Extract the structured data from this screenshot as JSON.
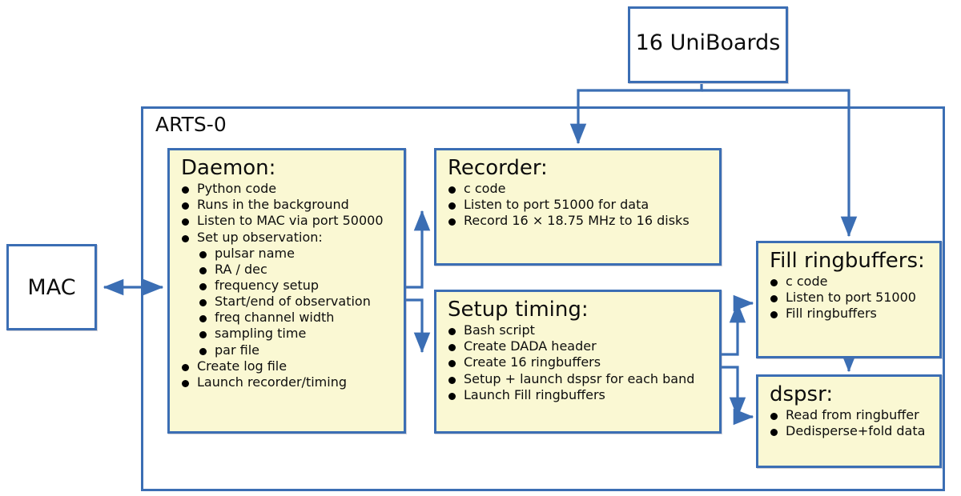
{
  "diagram": {
    "title_label": "ARTS-0",
    "accent_color": "#3b6eb4",
    "box_fill_color": "#faf8d3",
    "text_color": "#0d0d0d",
    "background_color": "#ffffff"
  },
  "nodes": {
    "uniboards": {
      "title": "16 UniBoards"
    },
    "mac": {
      "title": "MAC"
    },
    "daemon": {
      "title": "Daemon:",
      "items": [
        {
          "text": "Python code",
          "level": 1
        },
        {
          "text": "Runs in the background",
          "level": 1
        },
        {
          "text": "Listen to MAC via port 50000",
          "level": 1
        },
        {
          "text": "Set up observation:",
          "level": 1
        },
        {
          "text": "pulsar name",
          "level": 2
        },
        {
          "text": "RA / dec",
          "level": 2
        },
        {
          "text": "frequency setup",
          "level": 2
        },
        {
          "text": "Start/end of observation",
          "level": 2
        },
        {
          "text": "freq channel width",
          "level": 2
        },
        {
          "text": "sampling time",
          "level": 2
        },
        {
          "text": "par file",
          "level": 2
        },
        {
          "text": "Create log file",
          "level": 1
        },
        {
          "text": "Launch recorder/timing",
          "level": 1
        }
      ]
    },
    "recorder": {
      "title": "Recorder:",
      "items": [
        {
          "text": "c code",
          "level": 1
        },
        {
          "text": "Listen to port 51000 for data",
          "level": 1
        },
        {
          "text": "Record 16 × 18.75 MHz to 16 disks",
          "level": 1
        }
      ]
    },
    "setup_timing": {
      "title": "Setup timing:",
      "items": [
        {
          "text": "Bash script",
          "level": 1
        },
        {
          "text": "Create DADA header",
          "level": 1
        },
        {
          "text": "Create 16 ringbuffers",
          "level": 1
        },
        {
          "text": "Setup + launch dspsr for each band",
          "level": 1
        },
        {
          "text": "Launch Fill ringbuffers",
          "level": 1
        }
      ]
    },
    "fill_ringbuffers": {
      "title": "Fill ringbuffers:",
      "items": [
        {
          "text": "c code",
          "level": 1
        },
        {
          "text": "Listen to port 51000",
          "level": 1
        },
        {
          "text": "Fill ringbuffers",
          "level": 1
        }
      ]
    },
    "dspsr": {
      "title": "dspsr:",
      "items": [
        {
          "text": "Read from ringbuffer",
          "level": 1
        },
        {
          "text": "Dedisperse+fold data",
          "level": 1
        }
      ]
    }
  },
  "connectors": [
    {
      "name": "uniboards-to-recorder",
      "from": "uniboards",
      "to": "recorder",
      "arrow": "single"
    },
    {
      "name": "uniboards-to-fill-ringbuffers",
      "from": "uniboards",
      "to": "fill_ringbuffers",
      "arrow": "single"
    },
    {
      "name": "mac-to-daemon",
      "from": "mac",
      "to": "daemon",
      "arrow": "double"
    },
    {
      "name": "daemon-to-recorder",
      "from": "daemon",
      "to": "recorder",
      "arrow": "single"
    },
    {
      "name": "daemon-to-setup-timing",
      "from": "daemon",
      "to": "setup_timing",
      "arrow": "single"
    },
    {
      "name": "setup-timing-to-fill-ringbuffers",
      "from": "setup_timing",
      "to": "fill_ringbuffers",
      "arrow": "single"
    },
    {
      "name": "setup-timing-to-dspsr",
      "from": "setup_timing",
      "to": "dspsr",
      "arrow": "single"
    },
    {
      "name": "fill-ringbuffers-to-dspsr",
      "from": "fill_ringbuffers",
      "to": "dspsr",
      "arrow": "single"
    }
  ]
}
